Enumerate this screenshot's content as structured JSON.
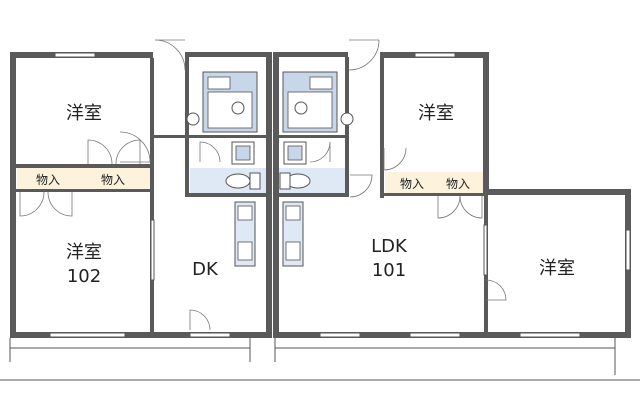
{
  "units": [
    {
      "number": "102",
      "rooms": {
        "western_top": "洋室",
        "western_bottom": "洋室",
        "dk": "DK",
        "storage_left": "物入",
        "storage_right": "物入"
      }
    },
    {
      "number": "101",
      "rooms": {
        "western_top": "洋室",
        "western_right": "洋室",
        "ldk": "LDK",
        "storage_left": "物入",
        "storage_right": "物入"
      }
    }
  ],
  "colors": {
    "wall": "#5a5a5a",
    "storage_fill": "#fdf3dc",
    "wet_area_fill": "#dfe8f5",
    "fixture_fill": "#c8d6ea"
  }
}
